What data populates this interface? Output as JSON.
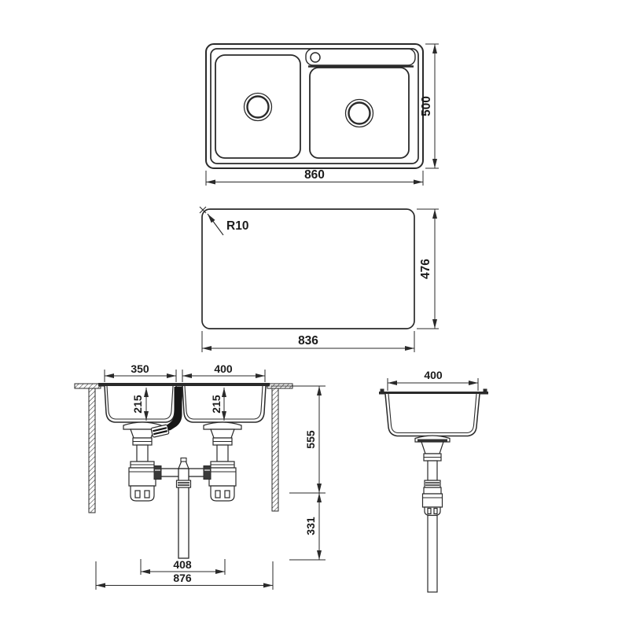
{
  "colors": {
    "line": "#2a2a2a",
    "text": "#1c1c1c",
    "overflow_pipe": "#161616"
  },
  "views": {
    "top_view": {
      "width": "860",
      "height": "500"
    },
    "cutout": {
      "corner_radius": "R10",
      "width": "836",
      "height": "476"
    },
    "front_view": {
      "left_bowl_width": "350",
      "right_bowl_width": "400",
      "left_bowl_depth": "215",
      "right_bowl_depth": "215",
      "upper_height": "555",
      "lower_height": "331",
      "drain_spacing": "408",
      "overall_width": "876"
    },
    "side_view": {
      "bowl_width": "400"
    }
  }
}
